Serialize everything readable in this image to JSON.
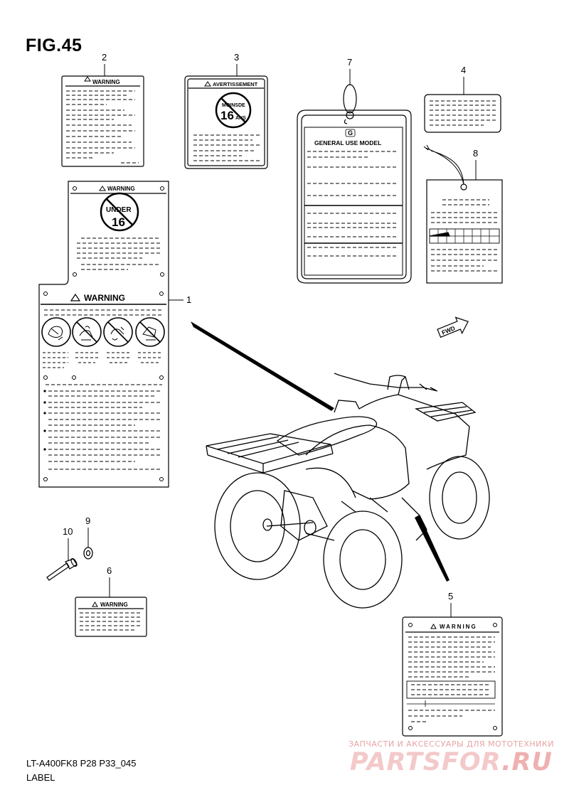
{
  "figure": {
    "title": "FIG.45",
    "code": "LT-A400FK8 P28 P33_045",
    "caption": "LABEL"
  },
  "callouts": [
    "1",
    "2",
    "3",
    "4",
    "5",
    "6",
    "7",
    "8",
    "9",
    "10"
  ],
  "labels": {
    "warning": "WARNING",
    "warning_spaced": "WARNING",
    "avertissement": "AVERTISSEMENT",
    "under": "UNDER",
    "age": "16",
    "moins_de": "MOINSDE",
    "ans": "ANS",
    "general_use": "GENERAL USE MODEL",
    "g_mark": "G",
    "fwd": "FWD"
  },
  "watermark": {
    "tagline": "ЗАПЧАСТИ И АКСЕССУАРЫ ДЛЯ МОТОТЕХНИКИ",
    "brand_main": "PARTSFOR",
    "brand_suffix": ".RU"
  },
  "colors": {
    "ink": "#000000",
    "paper": "#ffffff",
    "watermark": "#f3c9c9"
  }
}
